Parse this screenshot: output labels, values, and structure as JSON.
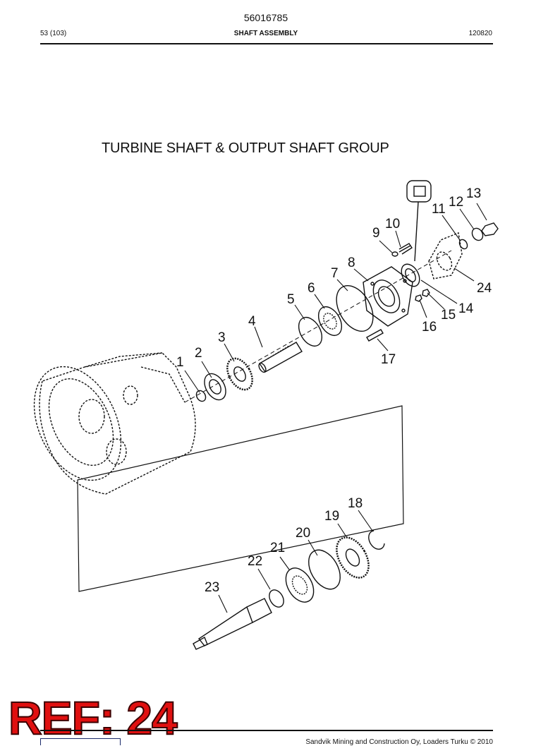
{
  "header": {
    "doc_number": "56016785",
    "page": "53 (103)",
    "section": "SHAFT ASSEMBLY",
    "code": "120820"
  },
  "diagram": {
    "title": "TURBINE SHAFT & OUTPUT SHAFT GROUP",
    "callouts": [
      "1",
      "2",
      "3",
      "4",
      "5",
      "6",
      "7",
      "8",
      "9",
      "10",
      "11",
      "12",
      "13",
      "14",
      "15",
      "16",
      "17",
      "18",
      "19",
      "20",
      "21",
      "22",
      "23",
      "24"
    ]
  },
  "reference": {
    "label": "REF: 24"
  },
  "footer": {
    "copyright": "Sandvik Mining and Construction Oy, Loaders Turku © 2010"
  }
}
